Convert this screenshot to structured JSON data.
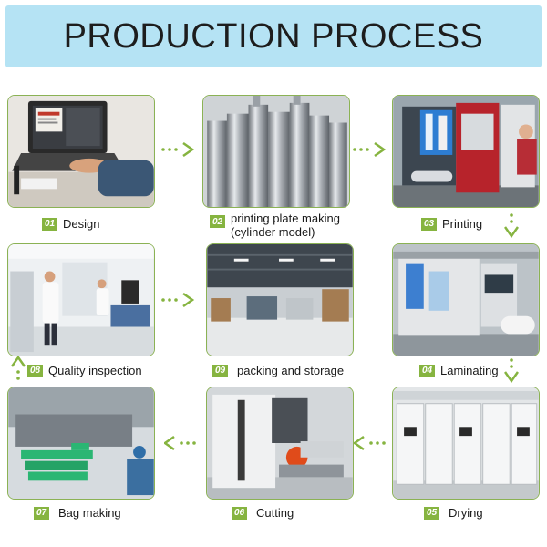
{
  "title": "PRODUCTION PROCESS",
  "accent_color": "#86b440",
  "banner_color": "#b5e3f4",
  "steps": [
    {
      "num": "01",
      "label": "Design"
    },
    {
      "num": "02",
      "label_line1": "printing plate making",
      "label_line2": "(cylinder model)"
    },
    {
      "num": "03",
      "label": "Printing"
    },
    {
      "num": "04",
      "label": "Laminating"
    },
    {
      "num": "05",
      "label": "Drying"
    },
    {
      "num": "06",
      "label": "Cutting"
    },
    {
      "num": "07",
      "label": "Bag making"
    },
    {
      "num": "08",
      "label": "Quality inspection"
    },
    {
      "num": "09",
      "label": "packing and storage"
    }
  ]
}
